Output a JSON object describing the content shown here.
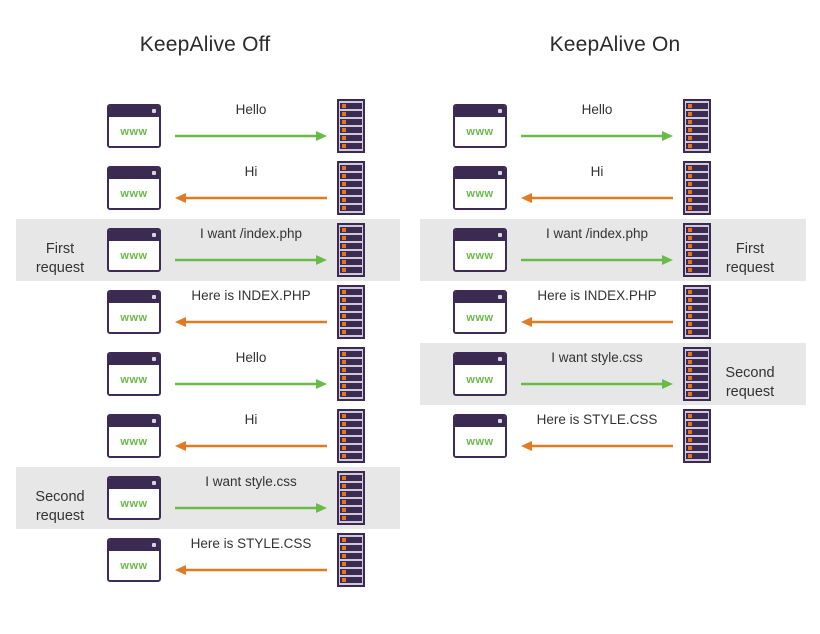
{
  "page": {
    "background": "#ffffff",
    "band_color": "#e7e7e7",
    "arrow_request_color": "#6aba4a",
    "arrow_response_color": "#e07b24",
    "browser_chrome_color": "#3b2a52",
    "browser_www_color": "#6aba4a",
    "server_body_color": "#3b2a52",
    "server_led_color": "#e8731c",
    "text_color": "#333333"
  },
  "columns": [
    {
      "title": "KeepAlive Off",
      "label_side": "left",
      "rows": [
        {
          "message": "Hello",
          "direction": "request",
          "banded": false,
          "label": ""
        },
        {
          "message": "Hi",
          "direction": "response",
          "banded": false,
          "label": ""
        },
        {
          "message": "I want /index.php",
          "direction": "request",
          "banded": true,
          "label": "First\nrequest"
        },
        {
          "message": "Here is INDEX.PHP",
          "direction": "response",
          "banded": false,
          "label": ""
        },
        {
          "message": "Hello",
          "direction": "request",
          "banded": false,
          "label": ""
        },
        {
          "message": "Hi",
          "direction": "response",
          "banded": false,
          "label": ""
        },
        {
          "message": "I want style.css",
          "direction": "request",
          "banded": true,
          "label": "Second\nrequest"
        },
        {
          "message": "Here is STYLE.CSS",
          "direction": "response",
          "banded": false,
          "label": ""
        }
      ]
    },
    {
      "title": "KeepAlive On",
      "label_side": "right",
      "rows": [
        {
          "message": "Hello",
          "direction": "request",
          "banded": false,
          "label": ""
        },
        {
          "message": "Hi",
          "direction": "response",
          "banded": false,
          "label": ""
        },
        {
          "message": "I want /index.php",
          "direction": "request",
          "banded": true,
          "label": "First\nrequest"
        },
        {
          "message": "Here is INDEX.PHP",
          "direction": "response",
          "banded": false,
          "label": ""
        },
        {
          "message": "I want style.css",
          "direction": "request",
          "banded": true,
          "label": "Second\nrequest"
        },
        {
          "message": "Here is STYLE.CSS",
          "direction": "response",
          "banded": false,
          "label": ""
        }
      ]
    }
  ],
  "icons": {
    "browser_label": "www",
    "browser_name": "browser-window-icon",
    "server_name": "server-rack-icon"
  }
}
